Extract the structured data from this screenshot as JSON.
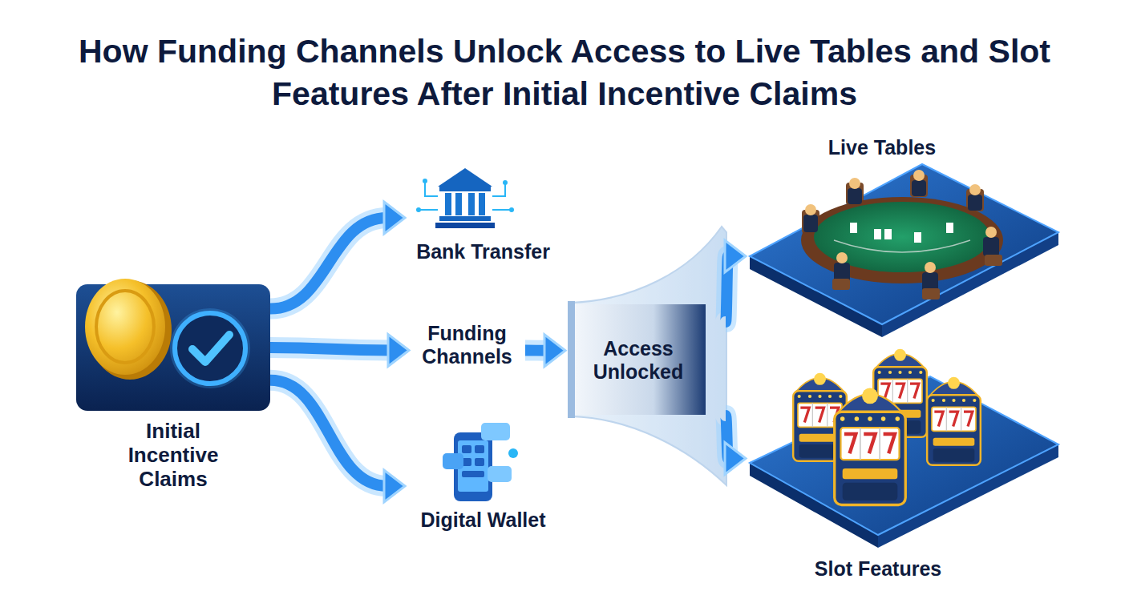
{
  "diagram": {
    "title": "How Funding Channels Unlock Access to Live Tables and Slot Features After Initial Incentive Claims",
    "nodes": [
      {
        "text": [
          "Initial Incentive Claims"
        ]
      },
      {
        "text": [
          "Bank Transfer"
        ]
      },
      {
        "text": [
          "Funding Channels"
        ]
      },
      {
        "text": [
          "Digital Wallet"
        ]
      },
      {
        "text": [
          "Access Unlocked"
        ]
      },
      {
        "text": [
          "Live Tables"
        ]
      },
      {
        "text": [
          "Slot Features"
        ]
      }
    ],
    "edges": [
      {
        "from": 0,
        "to": 1,
        "arrow": "to"
      },
      {
        "from": 0,
        "to": 2,
        "arrow": "to"
      },
      {
        "from": 0,
        "to": 3,
        "arrow": "to"
      },
      {
        "from": 2,
        "to": 4,
        "arrow": "to"
      },
      {
        "from": 4,
        "to": 5,
        "arrow": "to"
      },
      {
        "from": 4,
        "to": 6,
        "arrow": "to"
      }
    ]
  }
}
